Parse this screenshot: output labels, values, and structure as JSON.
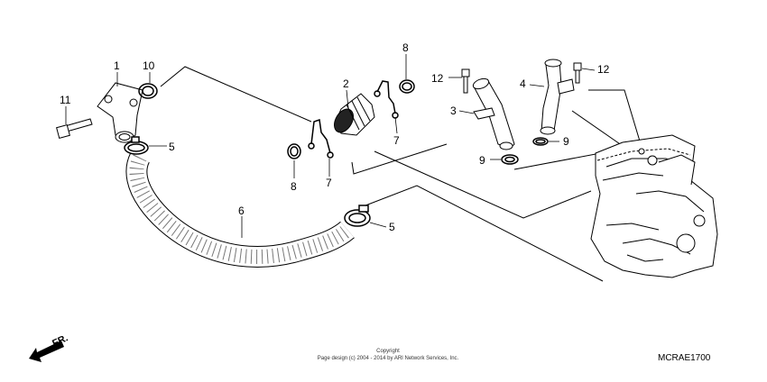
{
  "callouts": {
    "c1": "1",
    "c2": "2",
    "c3": "3",
    "c4": "4",
    "c5a": "5",
    "c5b": "5",
    "c6": "6",
    "c7a": "7",
    "c7b": "7",
    "c8a": "8",
    "c8b": "8",
    "c9a": "9",
    "c9b": "9",
    "c10": "10",
    "c11": "11",
    "c12a": "12",
    "c12b": "12"
  },
  "direction_label": "FR.",
  "footer": {
    "copyright_line1": "Copyright",
    "copyright_line2": "Page design (c) 2004 - 2014 by ARI Network Services, Inc.",
    "diagram_code": "MCRAE1700"
  }
}
